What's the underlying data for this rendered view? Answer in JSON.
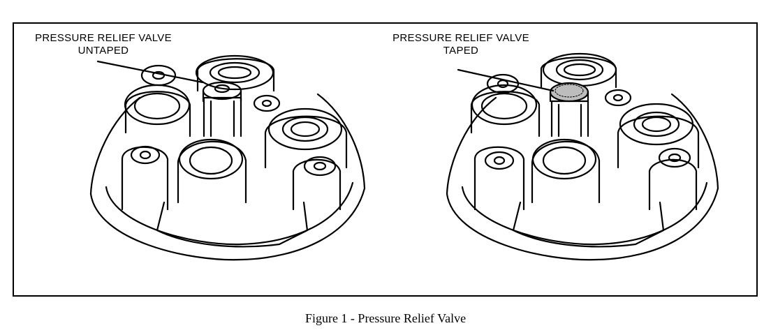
{
  "figure": {
    "left_label": [
      "PRESSURE RELIEF VALVE",
      "UNTAPED"
    ],
    "right_label": [
      "PRESSURE RELIEF VALVE",
      "TAPED"
    ],
    "caption": "Figure 1 - Pressure Relief Valve"
  }
}
